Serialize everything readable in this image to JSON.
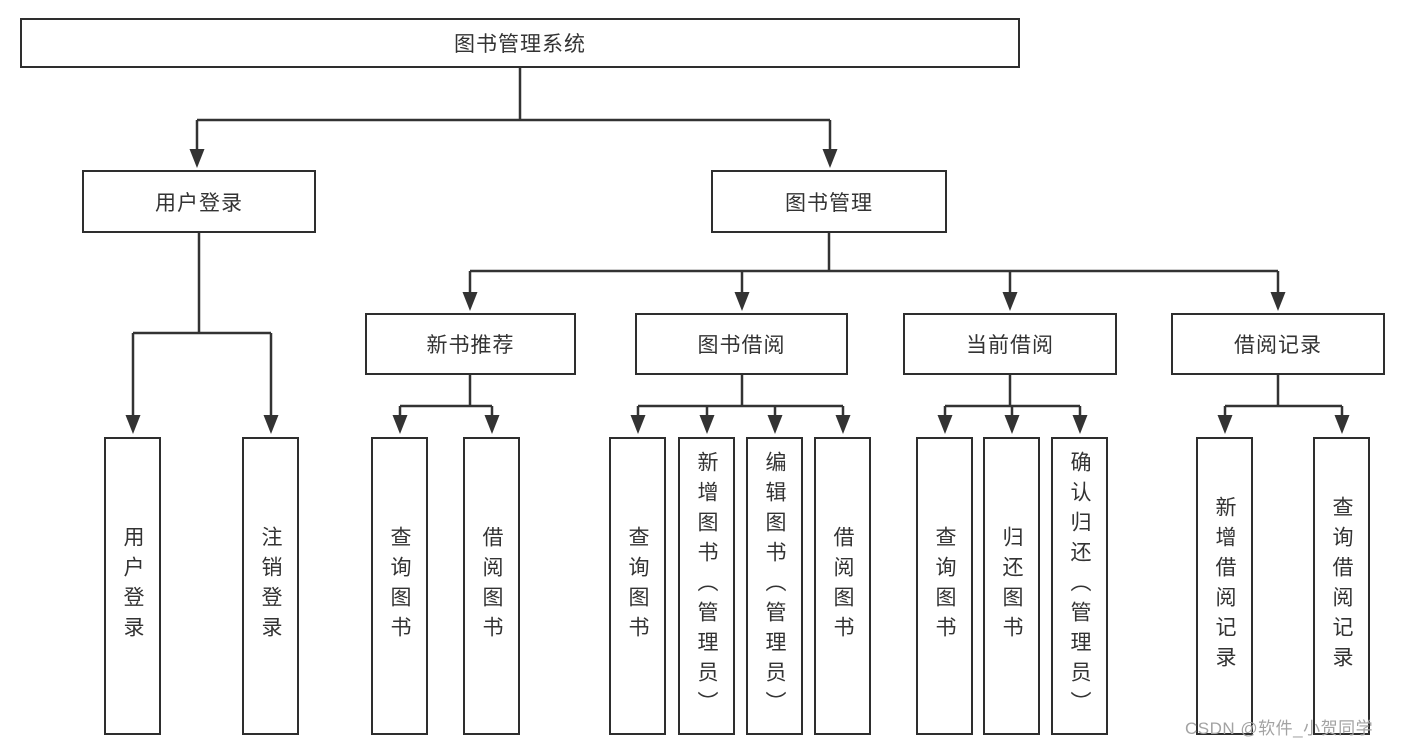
{
  "root": {
    "label": "图书管理系统"
  },
  "user_login": {
    "label": "用户登录",
    "leaves": [
      "用户登录",
      "注销登录"
    ]
  },
  "book_mgmt": {
    "label": "图书管理",
    "sections": [
      {
        "label": "新书推荐",
        "leaves": [
          "查询图书",
          "借阅图书"
        ]
      },
      {
        "label": "图书借阅",
        "leaves": [
          "查询图书",
          "新增图书（管理员）",
          "编辑图书（管理员）",
          "借阅图书"
        ]
      },
      {
        "label": "当前借阅",
        "leaves": [
          "查询图书",
          "归还图书",
          "确认归还（管理员）"
        ]
      },
      {
        "label": "借阅记录",
        "leaves": [
          "新增借阅记录",
          "查询借阅记录"
        ]
      }
    ]
  },
  "watermark": "CSDN @软件_小贺同学",
  "colors": {
    "line": "#333333",
    "box_border": "#2e2e2e",
    "box_fill": "#ffffff",
    "text": "#333333",
    "watermark": "#a3a3a3",
    "background": "#ffffff"
  }
}
